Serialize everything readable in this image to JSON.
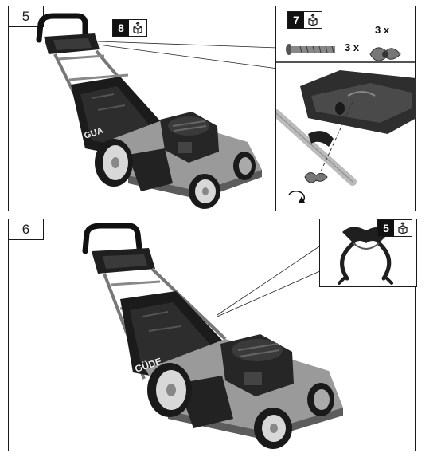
{
  "step5": {
    "number": "5",
    "main_badge_number": "8",
    "inset_badge_number": "7",
    "screw_qty": "3 x",
    "wingnut_qty": "3 x",
    "brand_label": "GUA"
  },
  "step6": {
    "number": "6",
    "inset_badge_number": "5",
    "brand_label": "GÜDE"
  },
  "icons": {
    "badge_icon": "box-parts-icon",
    "rotate_icon": "rotate-arrow-icon"
  }
}
